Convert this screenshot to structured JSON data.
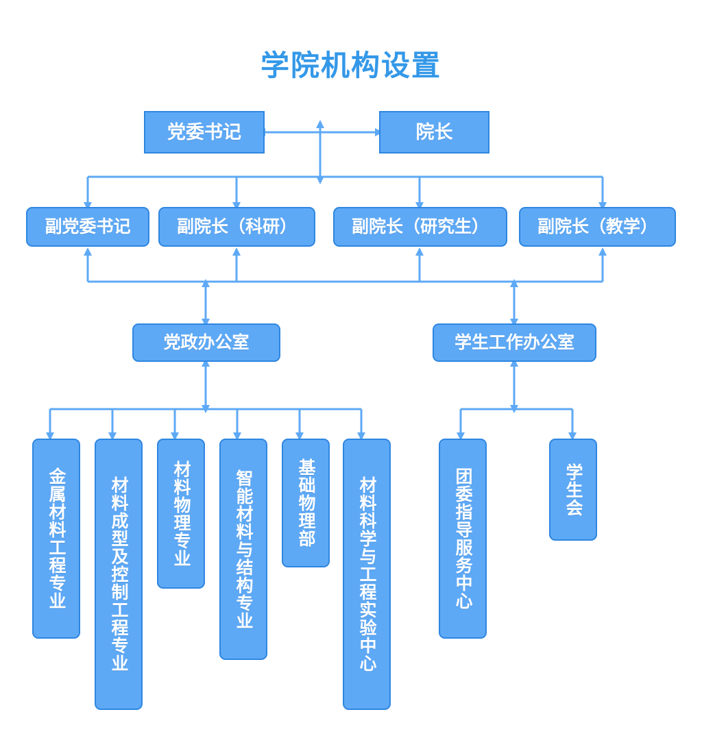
{
  "title": "学院机构设置",
  "theme": {
    "node_fill": "#5EA9F6",
    "node_border": "#2E86E0",
    "connector": "#5EA9F6",
    "title_color": "#3498e8",
    "node_text": "#ffffff",
    "background": "#ffffff"
  },
  "chart_data": {
    "type": "diagram",
    "subtype": "organization-chart",
    "title": "学院机构设置",
    "levels": [
      {
        "level": 0,
        "nodes": [
          {
            "id": "party-secretary",
            "label": "党委书记"
          },
          {
            "id": "dean",
            "label": "院长"
          }
        ]
      },
      {
        "level": 1,
        "nodes": [
          {
            "id": "vice-party-secretary",
            "label": "副党委书记"
          },
          {
            "id": "vice-dean-research",
            "label": "副院长（科研）"
          },
          {
            "id": "vice-dean-graduate",
            "label": "副院长（研究生）"
          },
          {
            "id": "vice-dean-teaching",
            "label": "副院长（教学）"
          }
        ]
      },
      {
        "level": 2,
        "nodes": [
          {
            "id": "admin-office",
            "label": "党政办公室"
          },
          {
            "id": "student-affairs-office",
            "label": "学生工作办公室"
          }
        ]
      },
      {
        "level": 3,
        "nodes": [
          {
            "id": "metal-materials",
            "label": "金属材料工程专业",
            "parent": "admin-office"
          },
          {
            "id": "forming-control",
            "label": "材料成型及控制工程专业",
            "parent": "admin-office"
          },
          {
            "id": "materials-physics",
            "label": "材料物理专业",
            "parent": "admin-office"
          },
          {
            "id": "smart-materials",
            "label": "智能材料与结构专业",
            "parent": "admin-office"
          },
          {
            "id": "basic-physics",
            "label": "基础物理部",
            "parent": "admin-office"
          },
          {
            "id": "msе-lab-center",
            "label": "材料科学与工程实验中心",
            "parent": "admin-office"
          },
          {
            "id": "youth-league-center",
            "label": "团委指导服务中心",
            "parent": "student-affairs-office"
          },
          {
            "id": "student-union",
            "label": "学生会",
            "parent": "student-affairs-office"
          }
        ]
      }
    ],
    "edges": [
      {
        "from": "party-secretary",
        "to": "dean",
        "style": "bidirectional-horizontal"
      },
      {
        "from": "leadership-pair",
        "to": "level1-bus",
        "style": "bidirectional-vertical"
      },
      {
        "from": "level1-bus",
        "to": "vice-party-secretary",
        "style": "arrow-down"
      },
      {
        "from": "level1-bus",
        "to": "vice-dean-research",
        "style": "arrow-down"
      },
      {
        "from": "level1-bus",
        "to": "vice-dean-graduate",
        "style": "arrow-down"
      },
      {
        "from": "level1-bus",
        "to": "vice-dean-teaching",
        "style": "arrow-down"
      },
      {
        "from": "level2-bus",
        "to": "vice-party-secretary",
        "style": "arrow-up"
      },
      {
        "from": "level2-bus",
        "to": "vice-dean-research",
        "style": "arrow-up"
      },
      {
        "from": "level2-bus",
        "to": "vice-dean-graduate",
        "style": "arrow-up"
      },
      {
        "from": "level2-bus",
        "to": "vice-dean-teaching",
        "style": "arrow-up"
      },
      {
        "from": "level2-bus",
        "to": "admin-office",
        "style": "bidirectional-vertical"
      },
      {
        "from": "level2-bus",
        "to": "student-affairs-office",
        "style": "bidirectional-vertical"
      },
      {
        "from": "admin-office",
        "to": "level3-left-bus",
        "style": "bidirectional-vertical"
      },
      {
        "from": "student-affairs-office",
        "to": "level3-right-bus",
        "style": "bidirectional-vertical"
      }
    ]
  },
  "nodes": {
    "party_secretary": "党委书记",
    "dean": "院长",
    "vice_party_secretary": "副党委书记",
    "vice_dean_research": "副院长（科研）",
    "vice_dean_graduate": "副院长（研究生）",
    "vice_dean_teaching": "副院长（教学）",
    "admin_office": "党政办公室",
    "student_affairs_office": "学生工作办公室",
    "metal_materials": "金属材料工程专业",
    "forming_control": "材料成型及控制工程专业",
    "materials_physics": "材料物理专业",
    "smart_materials": "智能材料与结构专业",
    "basic_physics": "基础物理部",
    "lab_center": "材料科学与工程实验中心",
    "youth_league_center": "团委指导服务中心",
    "student_union": "学生会"
  }
}
